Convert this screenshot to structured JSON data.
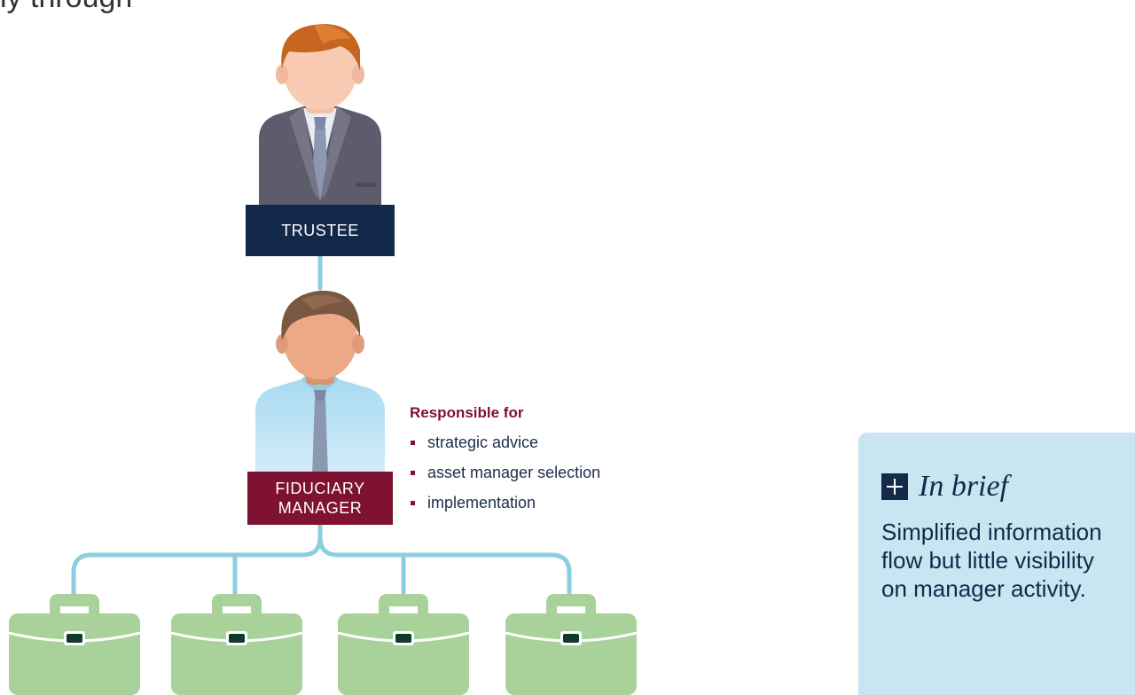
{
  "heading_fragment": "ly through",
  "trustee": {
    "label": "TRUSTEE"
  },
  "fiduciary_manager": {
    "label_line1": "FIDUCIARY",
    "label_line2": "MANAGER"
  },
  "responsibilities": {
    "title": "Responsible for",
    "items": [
      "strategic advice",
      "asset manager selection",
      "implementation"
    ]
  },
  "in_brief": {
    "title": "In brief",
    "text": "Simplified information flow but little visibility on manager activity."
  },
  "asset_managers": {
    "count": 4,
    "icon": "briefcase-icon"
  },
  "colors": {
    "navy": "#12294a",
    "burgundy": "#7f1131",
    "connector": "#8ccde0",
    "briefcase": "#a8d29a",
    "brief_panel": "#c8e5f1"
  }
}
